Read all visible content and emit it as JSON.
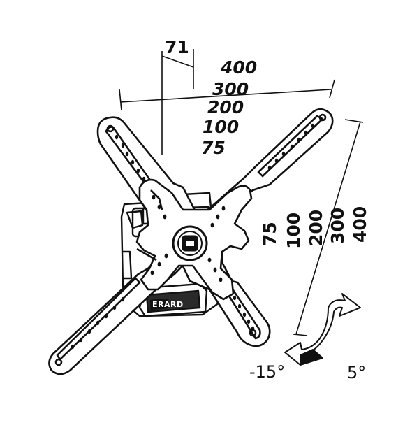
{
  "width_dimension": "71",
  "horizontal_vesa_labels": [
    "400",
    "300",
    "200",
    "100",
    "75"
  ],
  "vertical_vesa_labels": [
    "75",
    "100",
    "200",
    "300",
    "400"
  ],
  "brand": "ERARD",
  "tilt": {
    "down_label": "-15°",
    "up_label": "5°"
  }
}
